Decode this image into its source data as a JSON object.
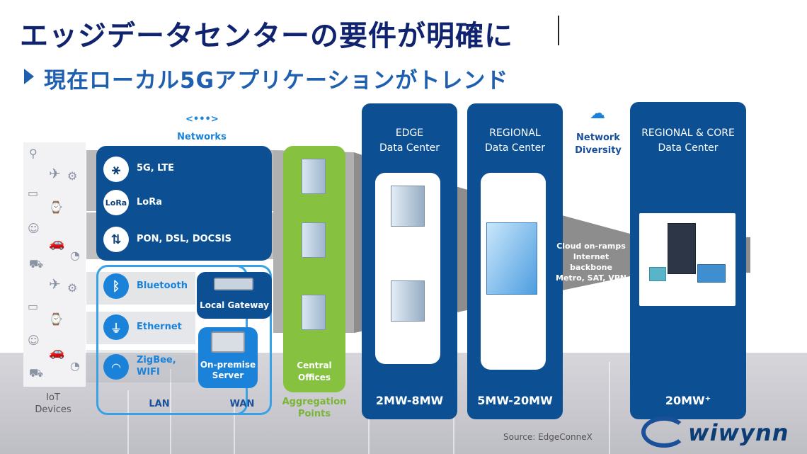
{
  "title": "エッジデータセンターの要件が明確に",
  "subtitle": "現在ローカル5Gアプリケーションがトレンド",
  "networks_label": "Networks",
  "iot_label": "IoT\nDevices",
  "network_items": [
    {
      "icon": "antenna-icon",
      "label": "5G, LTE"
    },
    {
      "icon": "lora-icon",
      "label": "LoRa",
      "icon_text": "LoRa"
    },
    {
      "icon": "arrows-icon",
      "label": "PON, DSL, DOCSIS"
    }
  ],
  "lan_items": [
    {
      "icon": "bluetooth-icon",
      "label": "Bluetooth"
    },
    {
      "icon": "ethernet-icon",
      "label": "Ethernet"
    },
    {
      "icon": "wifi-icon",
      "label": "ZigBee,\nWIFI"
    }
  ],
  "local_gateway": "Local Gateway",
  "on_premise_server": "On-premise\nServer",
  "lan_label": "LAN",
  "wan_label": "WAN",
  "central_offices": "Central\nOffices",
  "aggregation_points": "Aggregation\nPoints",
  "edge_dc": {
    "title": "EDGE",
    "subtitle": "Data Center",
    "power": "2MW-8MW"
  },
  "regional_dc": {
    "title": "REGIONAL",
    "subtitle": "Data Center",
    "power": "5MW-20MW"
  },
  "core_dc": {
    "title": "REGIONAL & CORE",
    "subtitle": "Data Center",
    "power": "20MW⁺"
  },
  "network_diversity": "Network\nDiversity",
  "cloud_lines": [
    "Cloud on-ramps",
    "Internet backbone",
    "Metro, SAT, VPN"
  ],
  "source": "Source: EdgeConneX",
  "logo": "wiwynn",
  "colors": {
    "dark_blue": "#0c4f92",
    "light_blue": "#1a82d8",
    "green": "#86c23f",
    "title": "#10236e"
  }
}
